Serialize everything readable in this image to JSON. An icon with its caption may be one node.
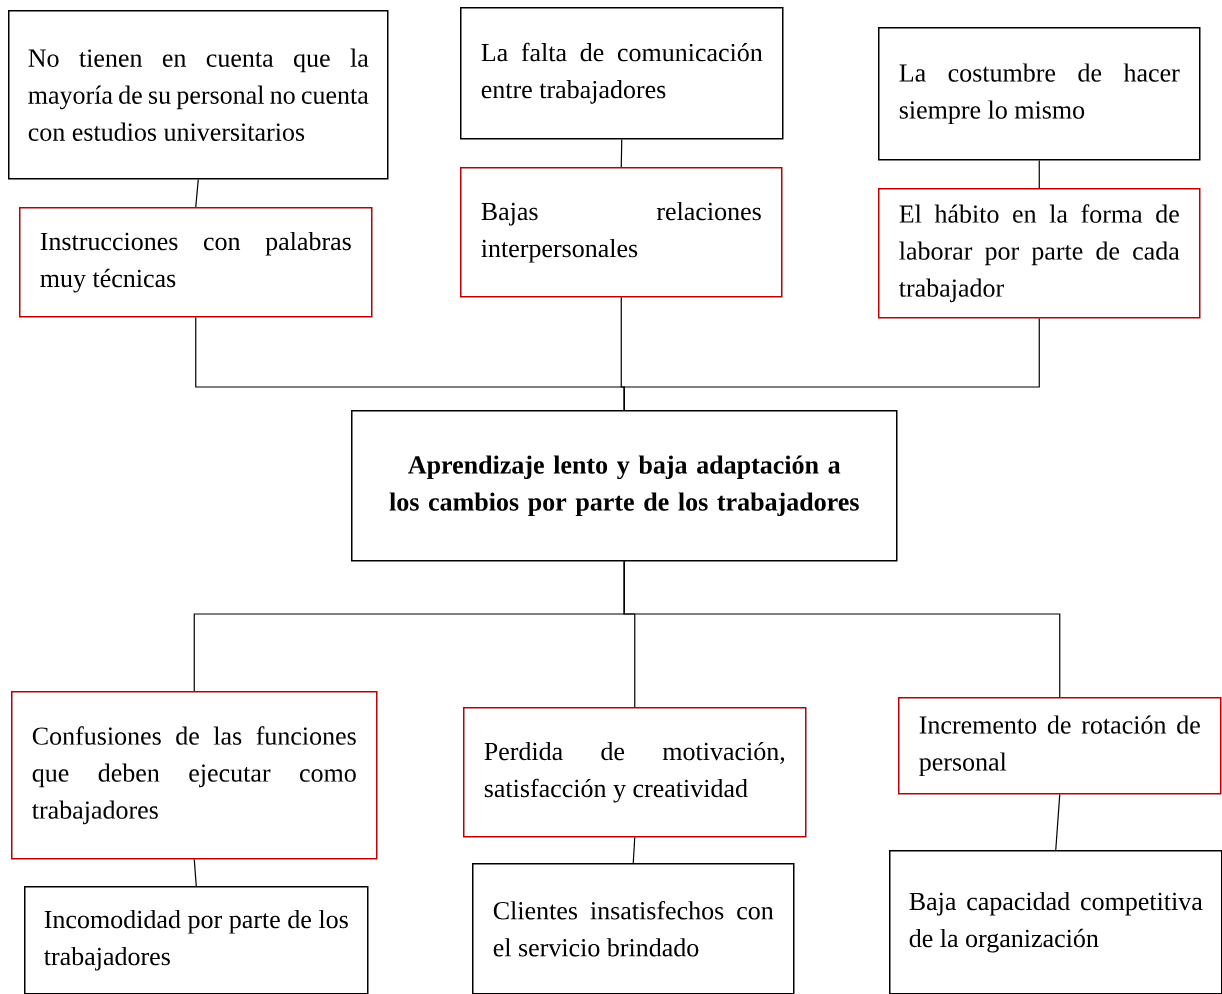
{
  "diagram": {
    "nodes": [
      {
        "text": [
          "No tienen en cuenta que la mayoría de su personal no cuenta con estudios universitarios"
        ]
      },
      {
        "text": [
          "Instrucciones con palabras muy técnicas"
        ]
      },
      {
        "text": [
          "La falta de comunicación entre trabajadores"
        ]
      },
      {
        "text": [
          "Bajas relaciones interpersonales"
        ]
      },
      {
        "text": [
          "La costumbre de hacer siempre lo mismo"
        ]
      },
      {
        "text": [
          "El hábito en la forma de laborar por parte de cada trabajador"
        ]
      },
      {
        "text": [
          "Aprendizaje lento y baja adaptación a los cambios por parte de los trabajadores"
        ]
      },
      {
        "text": [
          "Confusiones de las funciones que deben ejecutar como trabajadores"
        ]
      },
      {
        "text": [
          "Incomodidad por parte de los trabajadores"
        ]
      },
      {
        "text": [
          "Perdida de motivación, satisfacción y creatividad"
        ]
      },
      {
        "text": [
          "Clientes insatisfechos con el servicio brindado"
        ]
      },
      {
        "text": [
          "Incremento de rotación de personal"
        ]
      },
      {
        "text": [
          "Baja capacidad competitiva de la organización"
        ]
      }
    ],
    "edges": [
      {
        "from": 0,
        "to": 1,
        "arrow": "none"
      },
      {
        "from": 2,
        "to": 3,
        "arrow": "none"
      },
      {
        "from": 4,
        "to": 5,
        "arrow": "none"
      },
      {
        "from": 1,
        "to": 6,
        "arrow": "none"
      },
      {
        "from": 3,
        "to": 6,
        "arrow": "none"
      },
      {
        "from": 5,
        "to": 6,
        "arrow": "none"
      },
      {
        "from": 6,
        "to": 7,
        "arrow": "none"
      },
      {
        "from": 6,
        "to": 9,
        "arrow": "none"
      },
      {
        "from": 6,
        "to": 11,
        "arrow": "none"
      },
      {
        "from": 7,
        "to": 8,
        "arrow": "none"
      },
      {
        "from": 9,
        "to": 10,
        "arrow": "none"
      },
      {
        "from": 11,
        "to": 12,
        "arrow": "none"
      }
    ]
  }
}
